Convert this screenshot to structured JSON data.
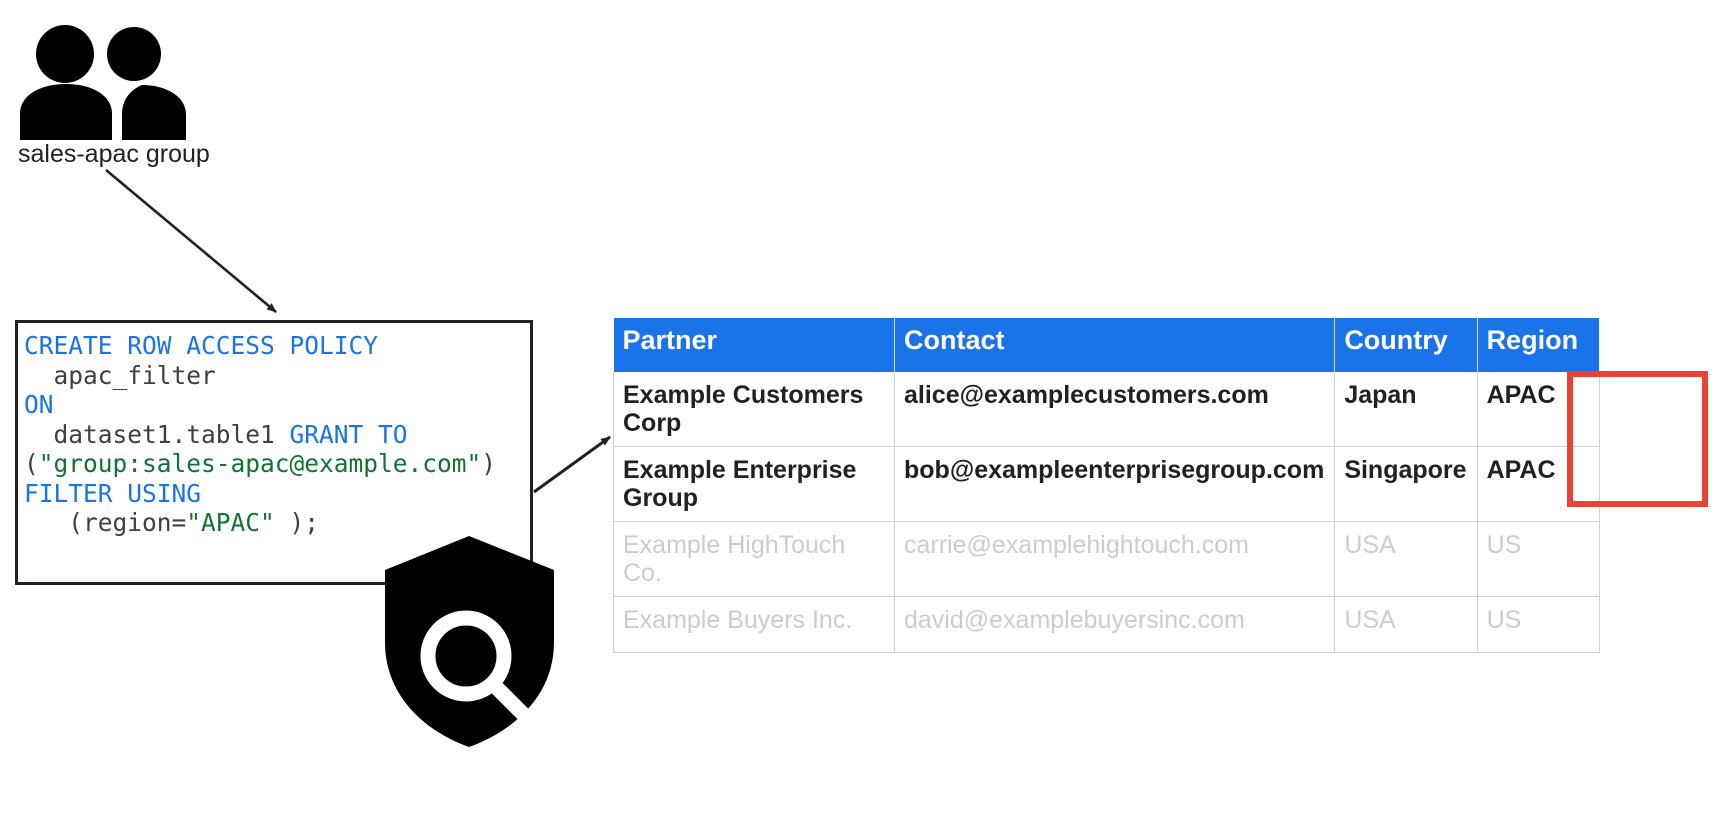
{
  "diagram": {
    "group": {
      "icon": "people-group-icon",
      "label": "sales-apac group"
    },
    "shield": {
      "icon": "shield-search-icon"
    },
    "code_block": {
      "language": "sql",
      "lines": [
        [
          {
            "t": "CREATE ROW ACCESS POLICY",
            "c": "kw"
          }
        ],
        [
          {
            "t": "  apac_filter",
            "c": "pl"
          }
        ],
        [
          {
            "t": "ON",
            "c": "kw"
          }
        ],
        [
          {
            "t": "  dataset1.table1 ",
            "c": "pl"
          },
          {
            "t": "GRANT TO",
            "c": "kw"
          }
        ],
        [
          {
            "t": "(",
            "c": "pl"
          },
          {
            "t": "\"group:sales-apac@example.com\"",
            "c": "str"
          },
          {
            "t": ")",
            "c": "pl"
          }
        ],
        [
          {
            "t": "FILTER USING",
            "c": "kw"
          }
        ],
        [
          {
            "t": "   (region=",
            "c": "pl"
          },
          {
            "t": "\"APAC\"",
            "c": "str"
          },
          {
            "t": " );",
            "c": "pl"
          }
        ]
      ],
      "plain_text": "CREATE ROW ACCESS POLICY\n  apac_filter\nON\n  dataset1.table1 GRANT TO\n(\"group:sales-apac@example.com\")\nFILTER USING\n   (region=\"APAC\" );"
    },
    "arrows": [
      {
        "name": "group-to-policy-arrow",
        "from": "sales-apac group",
        "to": "code_block"
      },
      {
        "name": "policy-to-table-arrow",
        "from": "code_block",
        "to": "partner_table"
      }
    ]
  },
  "table": {
    "columns": [
      "Partner",
      "Contact",
      "Country",
      "Region"
    ],
    "rows": [
      {
        "partner": "Example Customers Corp",
        "contact": "alice@examplecustomers.com",
        "country": "Japan",
        "region": "APAC",
        "state": "visible"
      },
      {
        "partner": "Example Enterprise Group",
        "contact": "bob@exampleenterprisegroup.com",
        "country": "Singapore",
        "region": "APAC",
        "state": "visible"
      },
      {
        "partner": "Example HighTouch Co.",
        "contact": "carrie@examplehightouch.com",
        "country": "USA",
        "region": "US",
        "state": "filtered-out"
      },
      {
        "partner": "Example Buyers Inc.",
        "contact": "david@examplebuyersinc.com",
        "country": "USA",
        "region": "US",
        "state": "filtered-out"
      }
    ],
    "highlight": {
      "name": "region-highlight-box",
      "color": "#ea4335",
      "covers": [
        "APAC",
        "APAC"
      ]
    }
  },
  "colors": {
    "header_blue": "#1a73e8",
    "keyword_blue": "#1a73e8",
    "string_green": "#137333",
    "highlight_red": "#ea4335",
    "muted_gray": "#c8cdd4",
    "text_dark": "#202124"
  }
}
